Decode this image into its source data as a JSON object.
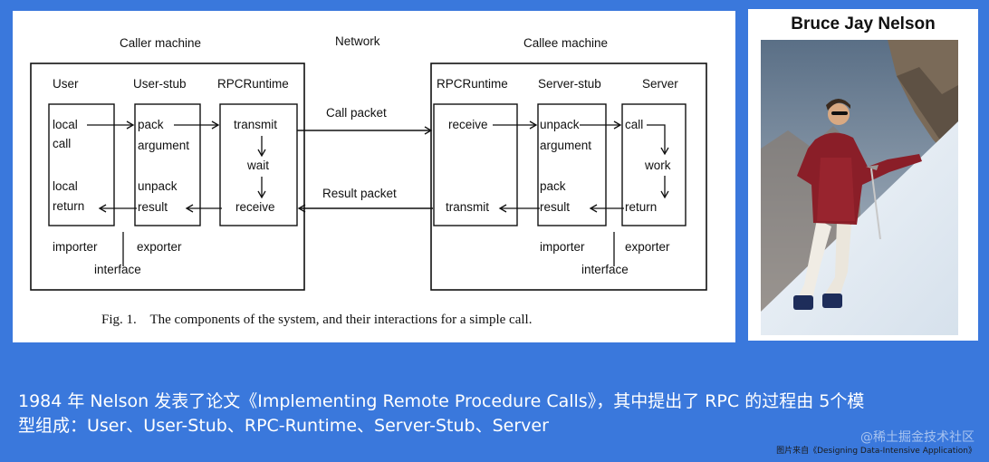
{
  "diagram": {
    "titles": {
      "caller_machine": "Caller machine",
      "network": "Network",
      "callee_machine": "Callee machine"
    },
    "caller": {
      "user": "User",
      "user_stub": "User-stub",
      "rpc_runtime": "RPCRuntime",
      "local": "local",
      "call": "call",
      "local2": "local",
      "return": "return",
      "pack": "pack",
      "argument": "argument",
      "unpack": "unpack",
      "result": "result",
      "transmit": "transmit",
      "wait": "wait",
      "receive": "receive",
      "importer": "importer",
      "exporter": "exporter",
      "interface": "interface"
    },
    "network": {
      "call_packet": "Call packet",
      "result_packet": "Result packet"
    },
    "callee": {
      "rpc_runtime": "RPCRuntime",
      "server_stub": "Server-stub",
      "server": "Server",
      "receive": "receive",
      "transmit": "transmit",
      "unpack": "unpack",
      "argument": "argument",
      "pack": "pack",
      "result": "result",
      "call": "call",
      "work": "work",
      "return": "return",
      "importer": "importer",
      "exporter": "exporter",
      "interface": "interface"
    },
    "figure_caption": "Fig. 1.    The components of the system, and their interactions for a simple call."
  },
  "photo": {
    "title": "Bruce Jay Nelson"
  },
  "caption": {
    "line1": "1984 年 Nelson 发表了论文《Implementing Remote Procedure Calls》，其中提出了 RPC 的过程由 5个模",
    "line2": "型组成：User、User-Stub、RPC-Runtime、Server-Stub、Server"
  },
  "watermark": "@稀土掘金技术社区",
  "source": "图片来自《Designing Data-Intensive Application》"
}
